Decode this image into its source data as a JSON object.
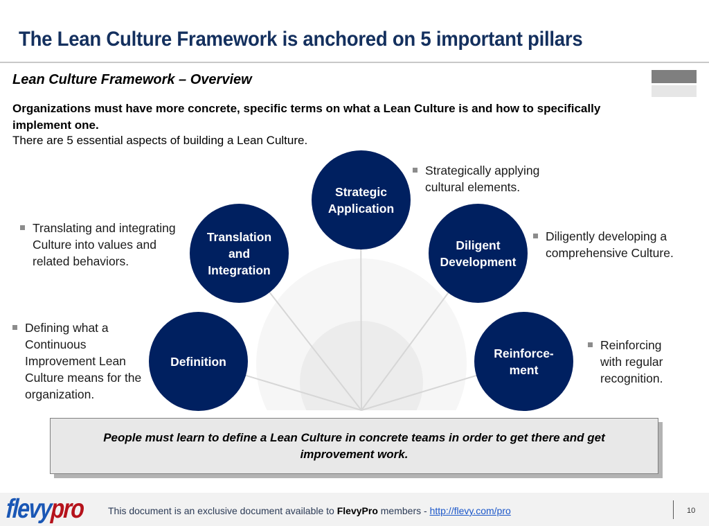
{
  "slide": {
    "title": "The Lean Culture Framework is anchored on 5 important pillars",
    "subtitle": "Lean Culture Framework – Overview",
    "intro_bold": "Organizations must have more concrete, specific terms on what a Lean Culture is and how to specifically implement one.",
    "intro_normal": "There are 5 essential aspects of building a Lean Culture.",
    "colors": {
      "title": "#14305e",
      "pillar_fill": "#002060",
      "pillar_text": "#ffffff",
      "bullet_marker": "#8c8c8c",
      "callout_fill": "#e8e8e8"
    }
  },
  "pillars": [
    {
      "label": "Definition",
      "description": "Defining what a Continuous Improvement Lean Culture means for the organization."
    },
    {
      "label": "Translation and Integration",
      "description": "Translating and integrating Culture into values and related behaviors."
    },
    {
      "label": "Strategic Application",
      "description": "Strategically applying cultural elements."
    },
    {
      "label": "Diligent Development",
      "description": "Diligently developing a comprehensive Culture."
    },
    {
      "label": "Reinforce-ment",
      "description": "Reinforcing with regular recognition."
    }
  ],
  "callout": {
    "text": "People must learn to define a Lean Culture in concrete teams in order to get there and get improvement work."
  },
  "footer": {
    "logo_part1": "flevy",
    "logo_part2": "pro",
    "text_prefix": "This document is an exclusive document available to ",
    "text_brand": "FlevyPro",
    "text_suffix": " members - ",
    "link": "http://flevy.com/pro",
    "page_number": "10"
  }
}
